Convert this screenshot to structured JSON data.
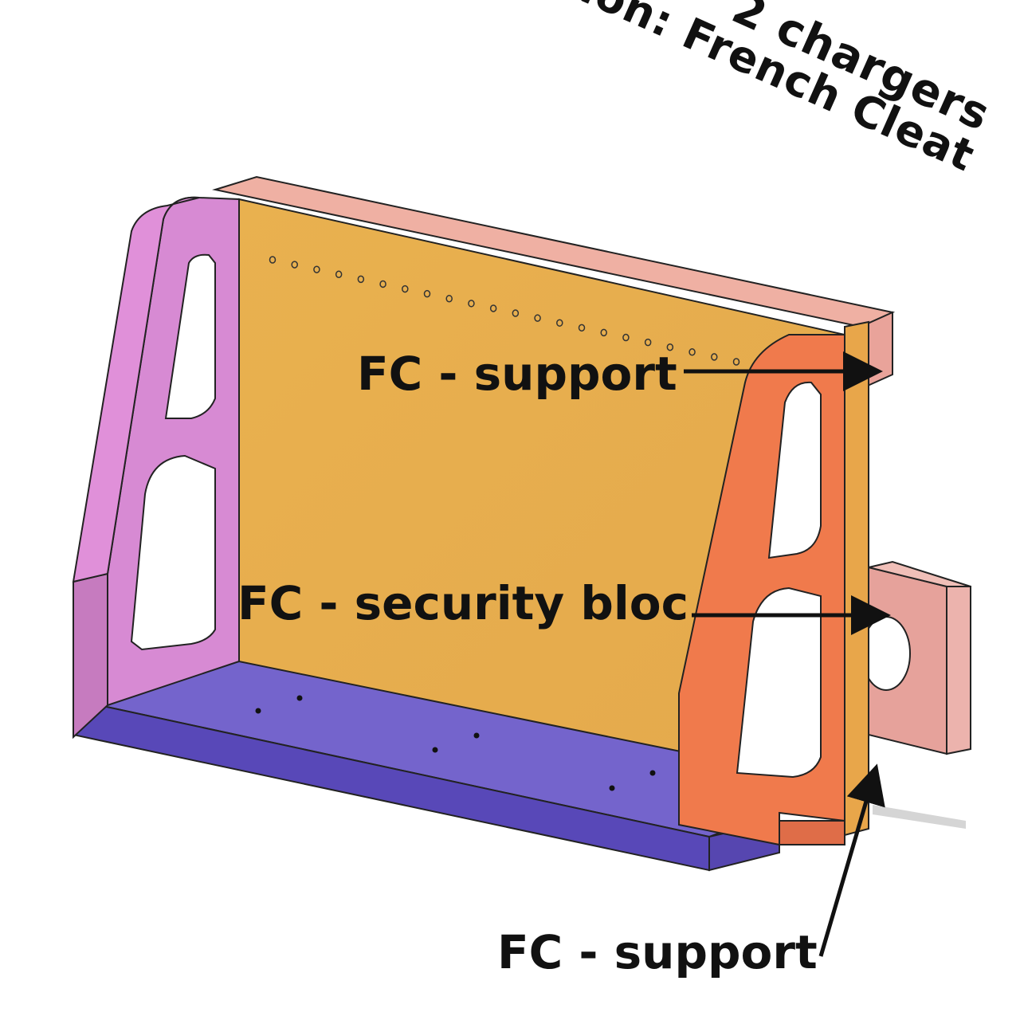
{
  "title": {
    "line1": "2 chargers",
    "line2": "option: French Cleat"
  },
  "callouts": {
    "top": "FC - support",
    "middle": "FC - security bloc",
    "bottom": "FC - support"
  },
  "colors": {
    "back_panel": "#e8ae52",
    "left_bracket": "#d98ad6",
    "right_bracket": "#ef7a4e",
    "base_plate": "#7468cc",
    "cleat": "#e8a49c",
    "arrow": "#111111"
  }
}
